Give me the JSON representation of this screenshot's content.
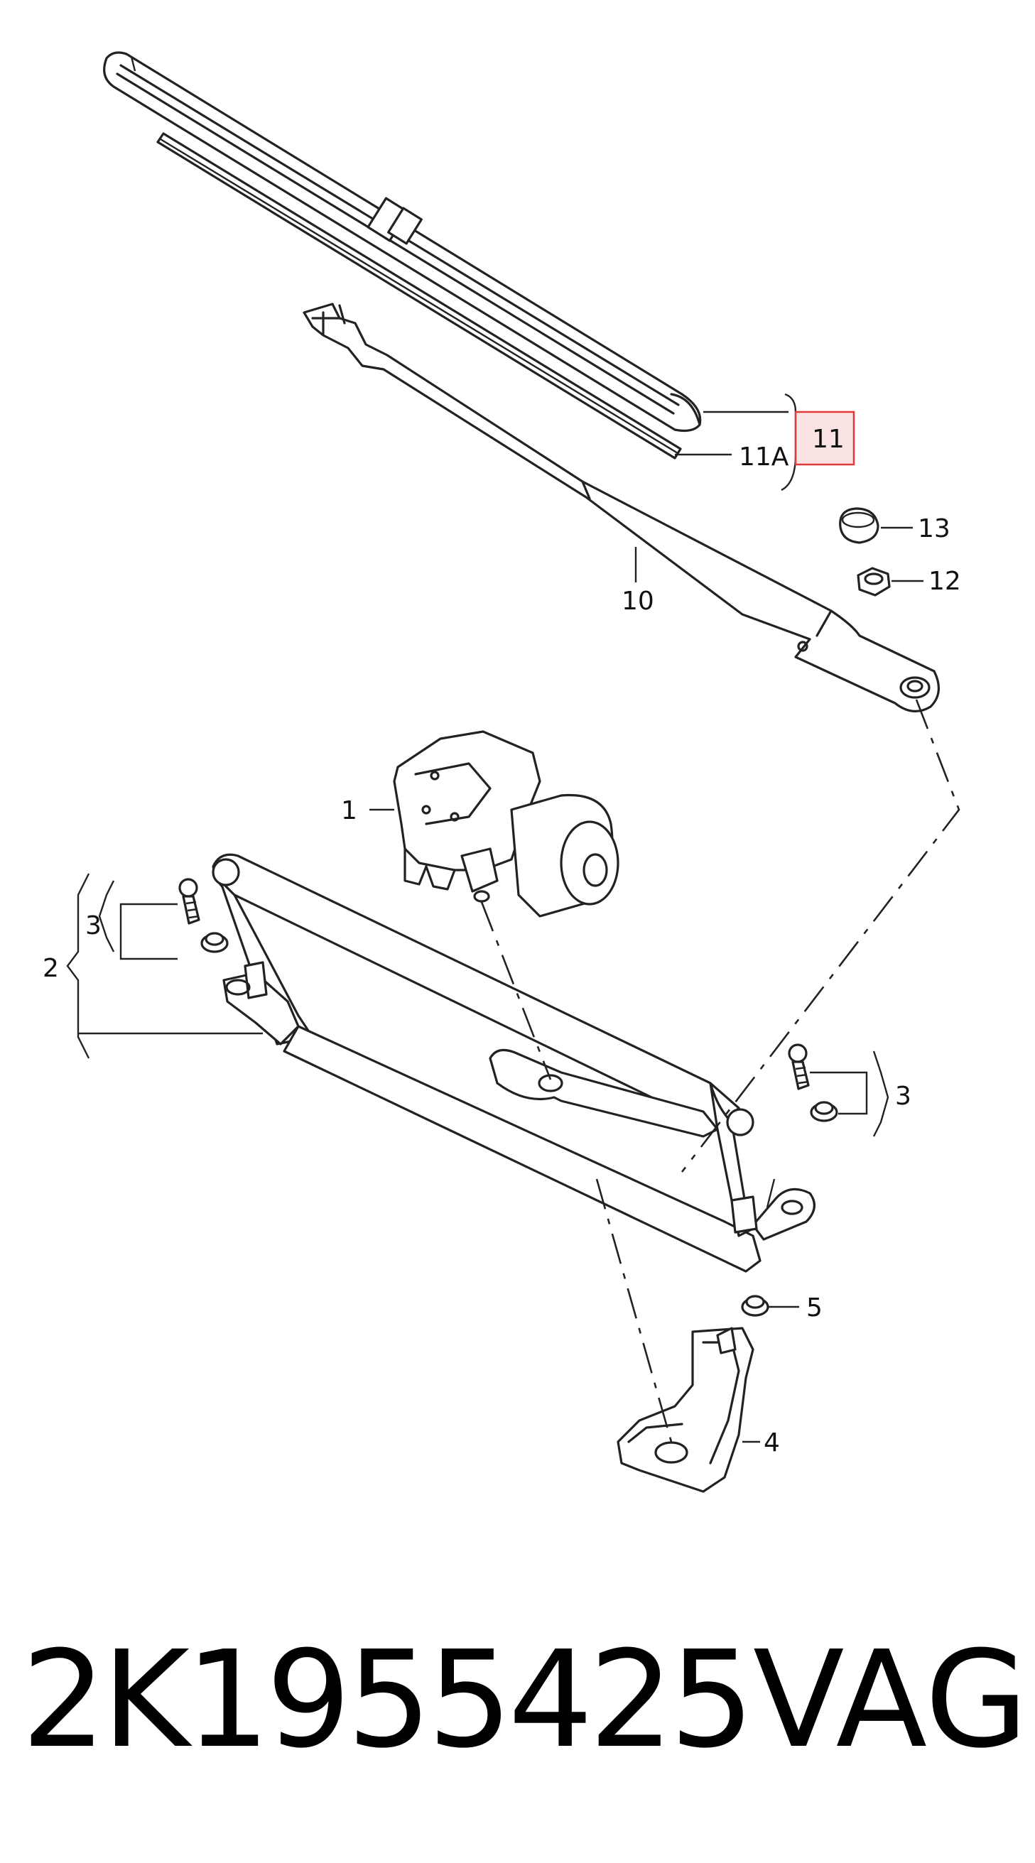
{
  "labels": {
    "l1": "1",
    "l2": "2",
    "l3a": "3",
    "l3b": "3",
    "l4": "4",
    "l5": "5",
    "l10": "10",
    "l11": "11",
    "l11a": "11A",
    "l12": "12",
    "l13": "13"
  },
  "highlight_color": "#e23a3a",
  "part_number": "2K1955425",
  "brand": "VAG"
}
